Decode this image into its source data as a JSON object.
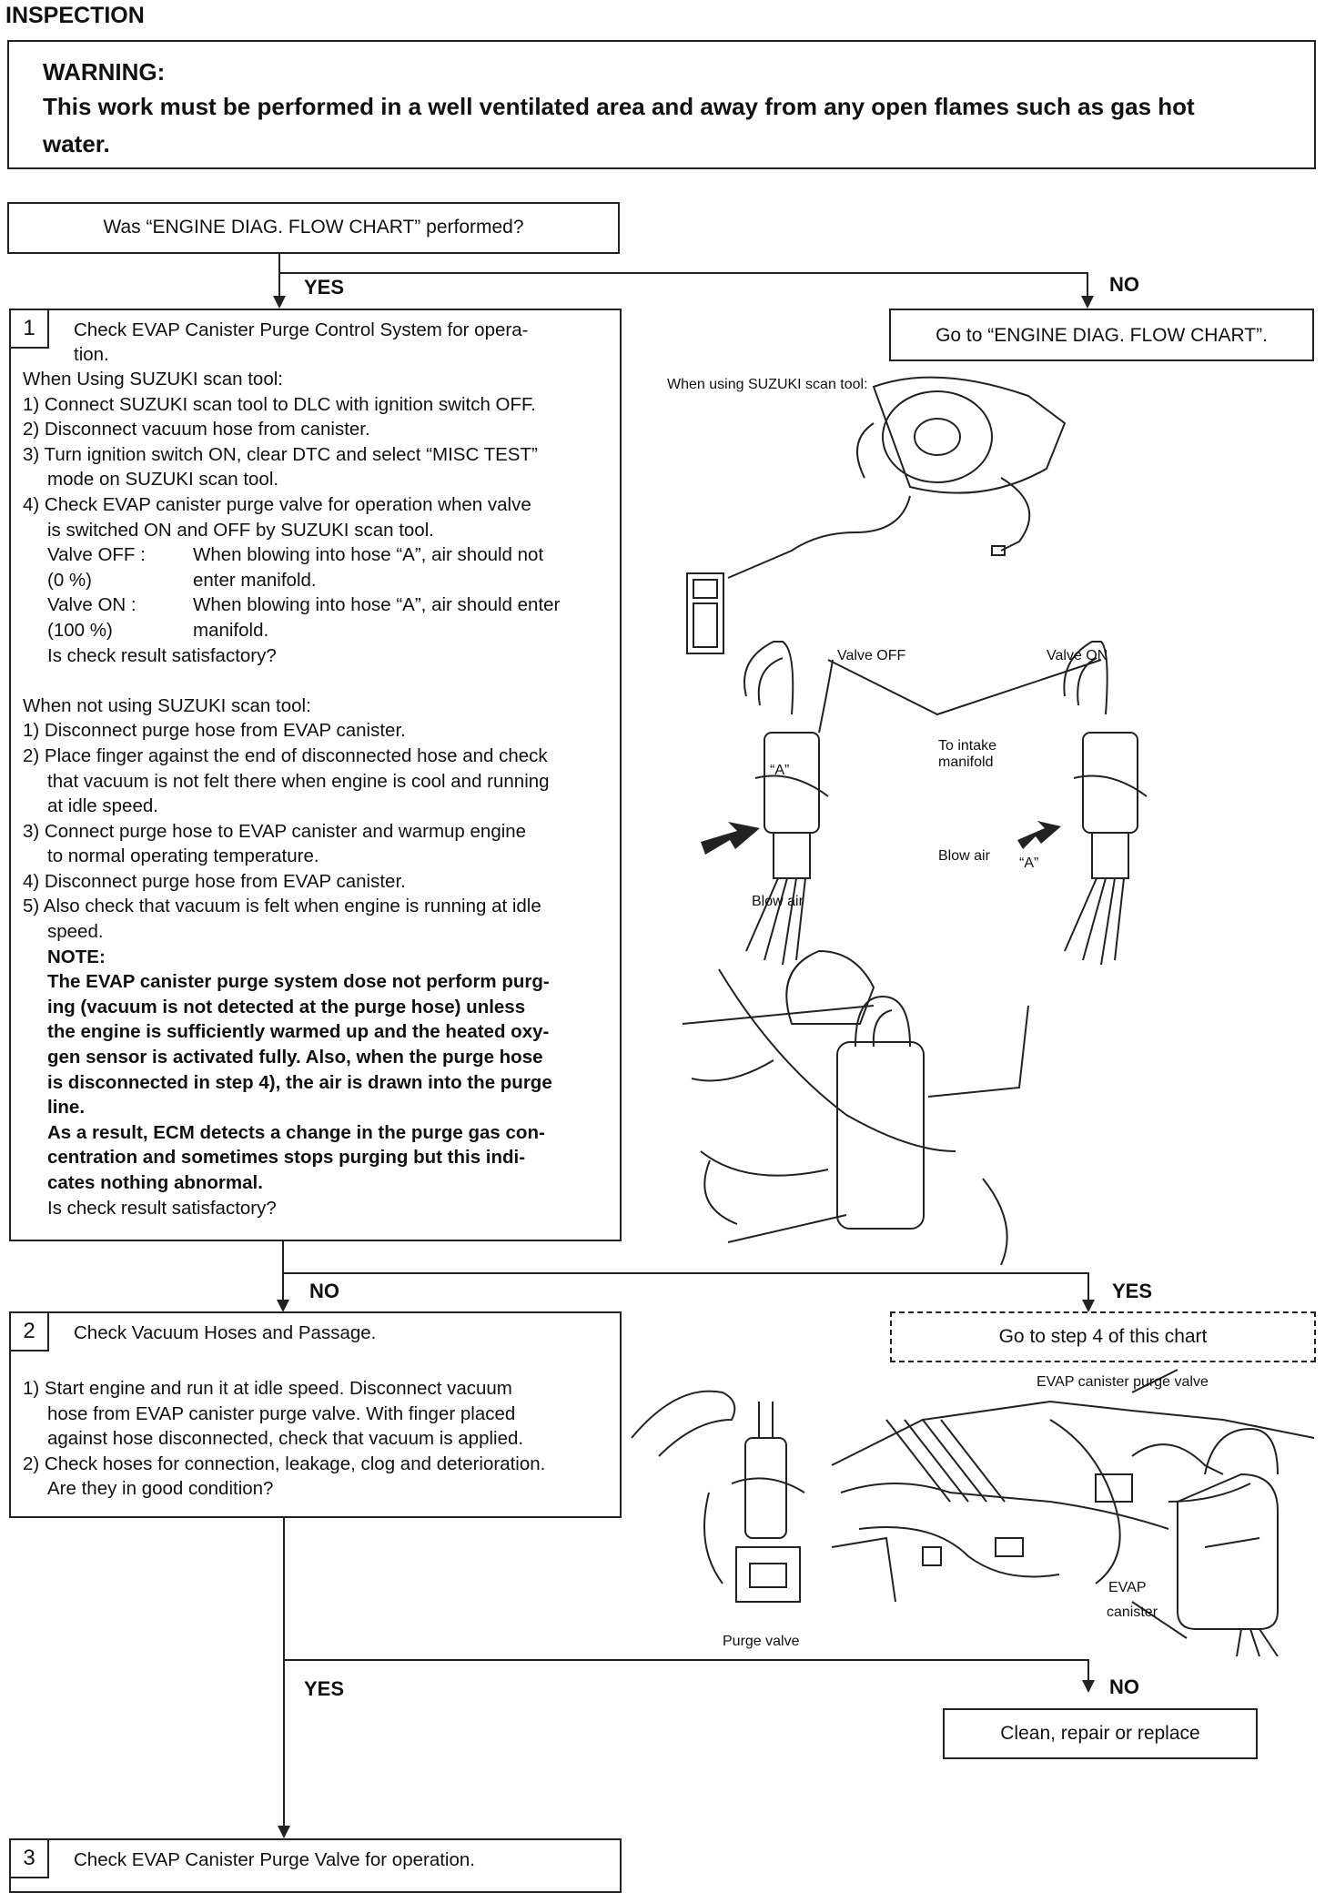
{
  "header": {
    "title": "INSPECTION"
  },
  "warning": {
    "title": "WARNING:",
    "line1": "This work must be performed in a well ventilated area and away from any open flames such as gas hot",
    "line2": "water."
  },
  "start": {
    "question": "Was “ENGINE DIAG. FLOW CHART” performed?",
    "yes": "YES",
    "no": "NO"
  },
  "goto_flowchart": "Go to “ENGINE DIAG. FLOW CHART”.",
  "step1": {
    "num": "1",
    "title1": "Check EVAP Canister Purge Control System for opera-",
    "title2": "tion.",
    "scan_heading": "When Using SUZUKI scan tool:",
    "scan": [
      "1) Connect SUZUKI scan tool to DLC with ignition switch OFF.",
      "2) Disconnect vacuum hose from canister.",
      "3) Turn ignition switch ON, clear DTC and select “MISC TEST”",
      "mode on SUZUKI scan tool.",
      "4) Check EVAP canister purge valve for operation when valve",
      "is switched ON and OFF by SUZUKI scan tool."
    ],
    "valve_off_k": "Valve OFF :",
    "valve_off_v": "When blowing into hose “A”, air should not",
    "valve_off_pct": "(0 %)",
    "valve_off_v2": "enter manifold.",
    "valve_on_k": "Valve ON :",
    "valve_on_v": "When blowing into hose “A”, air should enter",
    "valve_on_pct": "(100 %)",
    "valve_on_v2": "manifold.",
    "q1": "Is check result satisfactory?",
    "noscan_heading": "When not using SUZUKI scan tool:",
    "noscan": [
      "1) Disconnect purge hose from EVAP canister.",
      "2) Place finger against the end of disconnected hose and check",
      "that vacuum is not felt there when engine is cool and running",
      "at idle speed.",
      "3) Connect purge hose to EVAP canister and warmup engine",
      "to normal operating temperature.",
      "4) Disconnect purge hose from EVAP canister.",
      "5) Also check that vacuum is felt when engine is running at idle",
      "speed."
    ],
    "note_title": "NOTE:",
    "note": [
      "The EVAP canister purge system dose not perform purg-",
      "ing (vacuum is not detected at the purge hose) unless",
      "the engine is sufficiently warmed up and the heated oxy-",
      "gen sensor is activated fully. Also, when the purge hose",
      "is disconnected in step 4), the air is drawn into the purge",
      "line.",
      "As a result, ECM detects a change in the purge gas con-",
      "centration and sometimes stops purging but this indi-",
      "cates nothing abnormal."
    ],
    "q2": "Is check result satisfactory?"
  },
  "fig1": {
    "scan_caption": "When using SUZUKI scan tool:",
    "valve_off": "Valve OFF",
    "valve_on": "Valve ON",
    "to_intake": "To intake",
    "manifold": "manifold",
    "a_left": "“A”",
    "a_right": "“A”",
    "blow_air_left": "Blow air",
    "blow_air_right": "Blow air"
  },
  "branch1": {
    "no": "NO",
    "yes": "YES"
  },
  "goto_step4": "Go to step 4 of this chart",
  "step2": {
    "num": "2",
    "title": "Check Vacuum Hoses and Passage.",
    "lines": [
      "1) Start engine and run it at idle speed. Disconnect vacuum",
      "hose from EVAP canister purge valve. With finger placed",
      "against hose disconnected, check that vacuum is applied.",
      "2) Check hoses for connection, leakage, clog and deterioration.",
      "Are they in good condition?"
    ]
  },
  "fig2": {
    "purge_valve_label": "EVAP canister purge valve",
    "evap": "EVAP",
    "canister": "canister",
    "purge_valve": "Purge valve"
  },
  "branch2": {
    "yes": "YES",
    "no": "NO"
  },
  "clean": "Clean, repair or replace",
  "step3": {
    "num": "3",
    "title": "Check EVAP Canister Purge Valve for operation."
  }
}
